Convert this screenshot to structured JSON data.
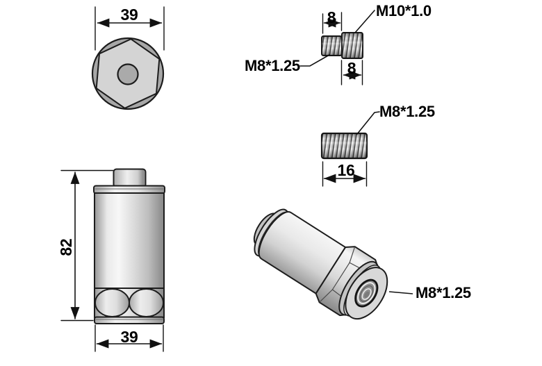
{
  "drawing": {
    "type": "engineering-dimension-drawing",
    "part": "hex camera mount adapter",
    "colors": {
      "background": "#ffffff",
      "line": "#1c1c1c",
      "text": "#000000",
      "metal_light": "#f4f4f4",
      "metal_mid": "#d6d6d6",
      "metal_dark": "#8e8e8e"
    },
    "views": {
      "top_view": {
        "width_dim": "39"
      },
      "front_view": {
        "height_dim": "82",
        "width_dim": "39"
      },
      "double_stud": {
        "m8_length": "8",
        "m10_length": "8",
        "m8_thread": "M8*1.25",
        "m10_thread": "M10*1.0"
      },
      "single_stud": {
        "length": "16",
        "thread": "M8*1.25"
      },
      "iso_view": {
        "thread": "M8*1.25"
      }
    }
  }
}
